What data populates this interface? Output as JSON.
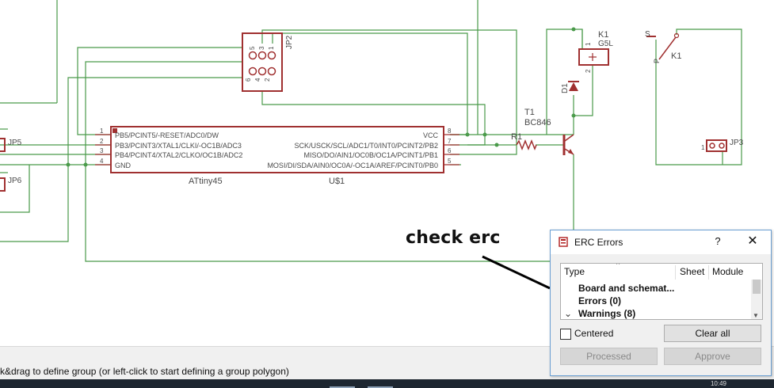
{
  "schematic": {
    "chip": {
      "name": "ATtiny45",
      "value": "U$1",
      "left_pins": [
        {
          "num": "1",
          "label": "PB5/PCINT5/-RESET/ADC0/DW"
        },
        {
          "num": "2",
          "label": "PB3/PCINT3/XTAL1/CLKI/-OC1B/ADC3"
        },
        {
          "num": "3",
          "label": "PB4/PCINT4/XTAL2/CLKO/OC1B/ADC2"
        },
        {
          "num": "4",
          "label": "GND"
        }
      ],
      "right_pins": [
        {
          "num": "8",
          "label": "VCC"
        },
        {
          "num": "7",
          "label": "SCK/USCK/SCL/ADC1/T0/INT0/PCINT2/PB2"
        },
        {
          "num": "6",
          "label": "MISO/DO/AIN1/OC0B/OC1A/PCINT1/PB1"
        },
        {
          "num": "5",
          "label": "MOSI/DI/SDA/AIN0/OC0A/-OC1A/AREF/PCINT0/PB0"
        }
      ]
    },
    "jp2": {
      "name": "JP2",
      "pins": [
        "5",
        "3",
        "1",
        "6",
        "4",
        "2"
      ]
    },
    "jp5": {
      "name": "JP5"
    },
    "jp6": {
      "name": "JP6"
    },
    "jp3": {
      "name": "JP3",
      "pin1": "1"
    },
    "r1": {
      "name": "R1"
    },
    "t1": {
      "name": "T1",
      "value": "BC846"
    },
    "d1": {
      "name": "D1"
    },
    "k1_coil": {
      "name": "K1",
      "value": "G5L",
      "pin1": "1",
      "pin2": "2"
    },
    "k1_switch": {
      "name": "K1",
      "s": "S",
      "p": "P"
    }
  },
  "annotation": {
    "text": "check erc"
  },
  "status_bar": {
    "text": "k&drag to define group (or left-click to start defining a group polygon)"
  },
  "taskbar": {
    "clock": "10:49"
  },
  "erc_dialog": {
    "title": "ERC Errors",
    "help": "?",
    "close": "✕",
    "columns": [
      "Type",
      "Sheet",
      "Module"
    ],
    "rows": [
      {
        "label": "Board and schemat...",
        "expander": ""
      },
      {
        "label": "Errors (0)",
        "expander": ""
      },
      {
        "label": "Warnings (8)",
        "expander": "⌄"
      }
    ],
    "centered_label": "Centered",
    "buttons": {
      "clear_all": "Clear all",
      "processed": "Processed",
      "approve": "Approve"
    }
  },
  "colors": {
    "wire": "#4a9a4a",
    "component": "#a03030",
    "text": "#4a4a4a"
  }
}
